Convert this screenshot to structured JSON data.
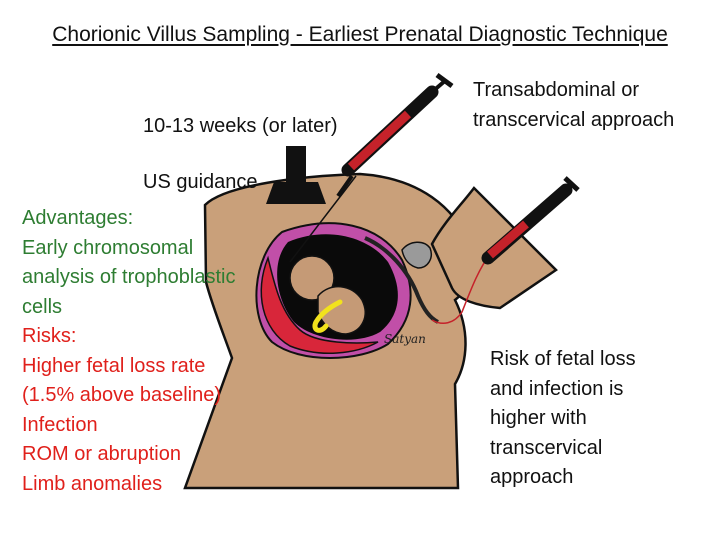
{
  "title": "Chorionic Villus Sampling - Earliest Prenatal Diagnostic Technique",
  "gestation_label": "10-13 weeks (or later)",
  "guidance_label": "US guidance",
  "approach_label": [
    "Transabdominal or",
    "transcervical approach"
  ],
  "advantages": {
    "heading": "Advantages:",
    "lines": [
      "Early chromosomal",
      "analysis of trophoblastic",
      "cells"
    ]
  },
  "risks": {
    "heading": "Risks:",
    "lines": [
      "Higher fetal loss rate",
      "(1.5% above baseline)",
      "Infection",
      "ROM or abruption",
      "Limb anomalies"
    ]
  },
  "risk_note": [
    "Risk of fetal loss",
    "and infection is",
    "higher with",
    "transcervical",
    "approach"
  ],
  "artist_signature": "Satyan",
  "colors": {
    "text": "#111111",
    "advantages": "#2e7d32",
    "risks": "#e0201b",
    "skin": "#c9a07a",
    "uterus": "#c14fa8",
    "placenta": "#d8263a",
    "cavity": "#0a0a0a",
    "fetus": "#c59a76",
    "cord": "#f2e21c",
    "syringe": "#c5222a"
  }
}
